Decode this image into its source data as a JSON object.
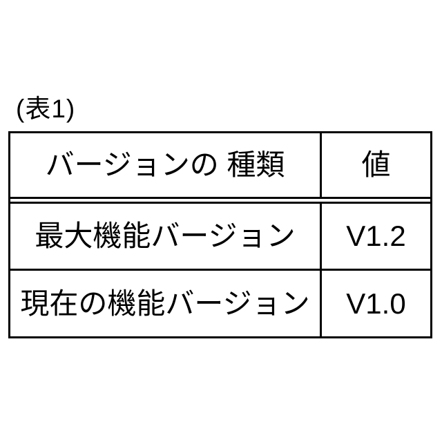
{
  "caption": "(表1)",
  "table": {
    "border_color": "#000000",
    "text_color": "#000000",
    "background_color": "#ffffff",
    "columns": [
      {
        "header": "バージョンの 種類"
      },
      {
        "header": "値"
      }
    ],
    "rows": [
      {
        "label": "最大機能バージョン",
        "value": "V1.2"
      },
      {
        "label": "現在の機能バージョン",
        "value": "V1.0"
      }
    ]
  }
}
